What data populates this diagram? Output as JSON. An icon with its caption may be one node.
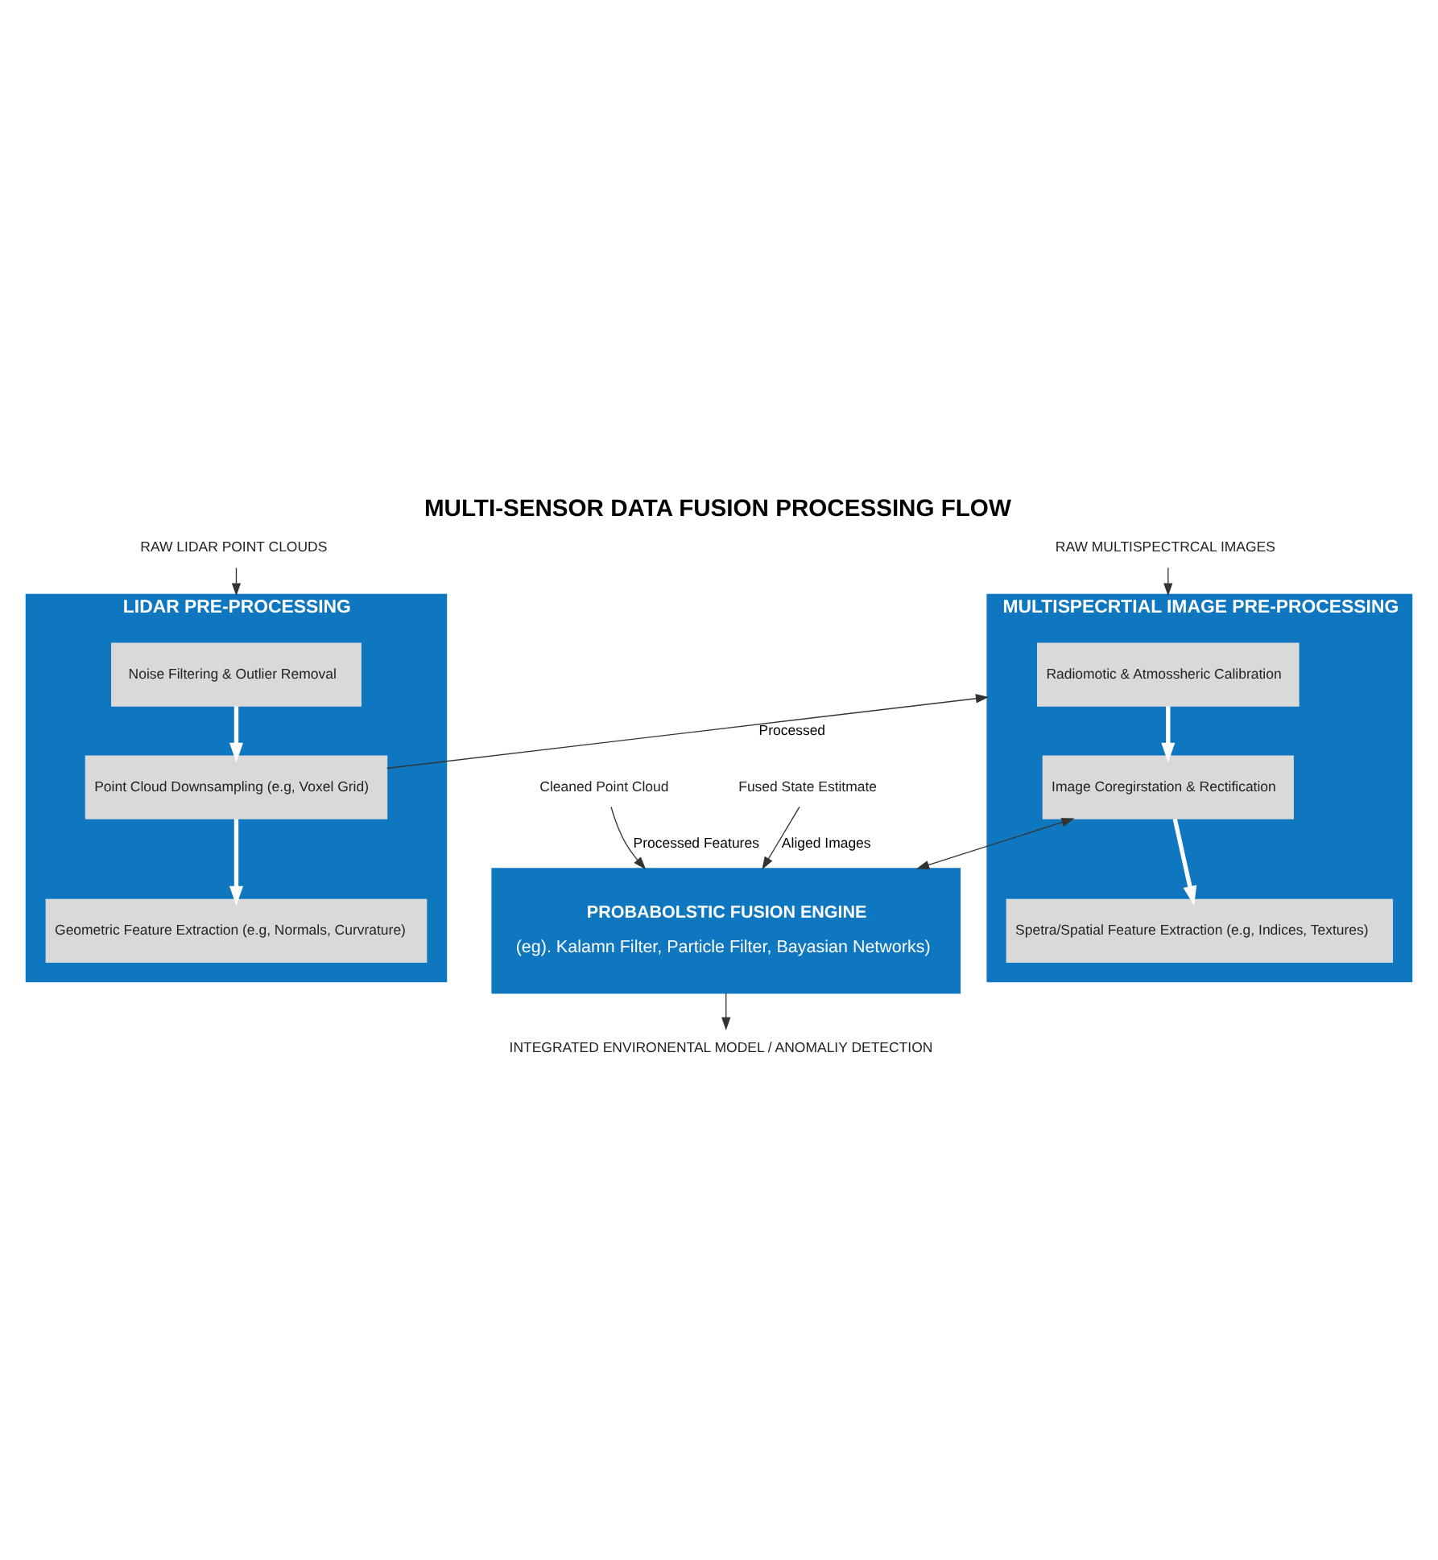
{
  "diagram": {
    "title": "MULTI-SENSOR DATA FUSION PROCESSING FLOW",
    "nodes": [
      {
        "text": [
          "RAW LIDAR POINT CLOUDS"
        ]
      },
      {
        "text": [
          "LIDAR PRE-PROCESSING"
        ]
      },
      {
        "text": [
          "Noise Filtering & Outlier Removal"
        ],
        "in": 1
      },
      {
        "text": [
          "Point Cloud Downsampling (e.g, Voxel Grid)"
        ],
        "in": 1
      },
      {
        "text": [
          "Geometric Feature Extraction (e.g, Normals, Curvrature)"
        ],
        "in": 1
      },
      {
        "text": [
          "RAW MULTISPECTRCAL IMAGES"
        ]
      },
      {
        "text": [
          "MULTISPECRTIAL IMAGE PRE-PROCESSING"
        ]
      },
      {
        "text": [
          "Radiomotic & Atmossheric Calibration"
        ],
        "in": 6
      },
      {
        "text": [
          "Image Coregirstation & Rectification"
        ],
        "in": 6
      },
      {
        "text": [
          "Spetra/Spatial Feature Extraction (e.g, Indices, Textures)"
        ],
        "in": 6
      },
      {
        "text": [
          "Cleaned Point Cloud"
        ]
      },
      {
        "text": [
          "Fused State Estitmate"
        ]
      },
      {
        "text": [
          "PROBABOLSTIC FUSION ENGINE",
          "(eg). Kalamn Filter, Particle Filter, Bayasian Networks)"
        ]
      },
      {
        "text": [
          "INTEGRATED ENVIRONENTAL MODEL / ANOMALIY DETECTION"
        ]
      }
    ],
    "edges": [
      {
        "from": 0,
        "to": 1,
        "arrow": "to"
      },
      {
        "from": 2,
        "to": 3,
        "arrow": "to",
        "style": "thick",
        "color": "#ffffff"
      },
      {
        "from": 3,
        "to": 4,
        "arrow": "to",
        "style": "thick",
        "color": "#ffffff"
      },
      {
        "from": 5,
        "to": 6,
        "arrow": "to"
      },
      {
        "from": 7,
        "to": 8,
        "arrow": "to",
        "style": "thick",
        "color": "#ffffff"
      },
      {
        "from": 8,
        "to": 9,
        "arrow": "to",
        "style": "thick",
        "color": "#ffffff"
      },
      {
        "from": 3,
        "to": 6,
        "arrow": "to",
        "label": "Processed"
      },
      {
        "from": 10,
        "to": 12,
        "arrow": "to",
        "label": "Processed Features"
      },
      {
        "from": 8,
        "to": 12,
        "arrow": "both"
      },
      {
        "from": 11,
        "to": 12,
        "arrow": "to",
        "label": "Aliged Images"
      },
      {
        "from": 12,
        "to": 13,
        "arrow": "to"
      }
    ]
  }
}
